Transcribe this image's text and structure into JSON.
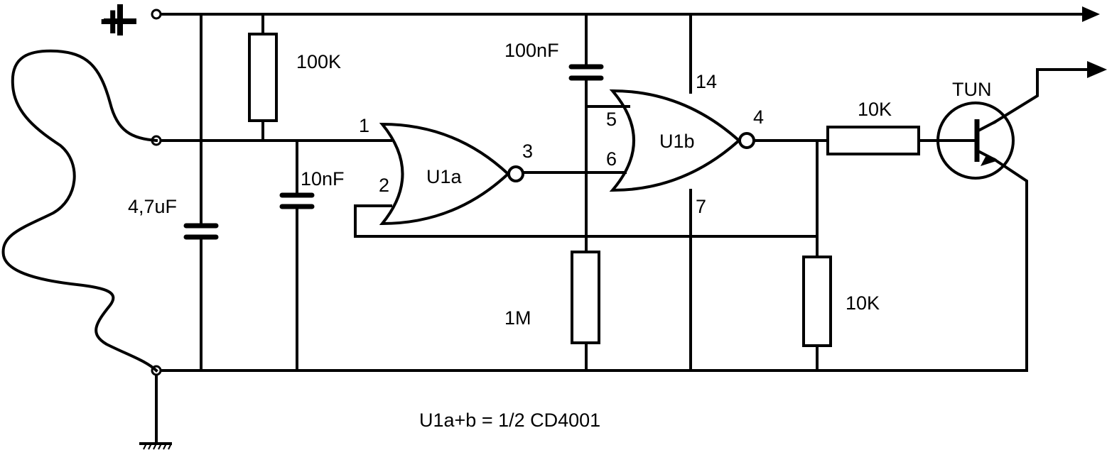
{
  "supply": {
    "plus_label": "+"
  },
  "components": {
    "r1": {
      "label": "100K"
    },
    "c1": {
      "label": "4,7uF"
    },
    "c2": {
      "label": "10nF"
    },
    "c3": {
      "label": "100nF"
    },
    "r2": {
      "label": "1M"
    },
    "r3": {
      "label": "10K"
    },
    "r4": {
      "label": "10K"
    },
    "q1": {
      "label": "TUN"
    }
  },
  "gates": {
    "u1a": {
      "label": "U1a",
      "pins": {
        "in1": "1",
        "in2": "2",
        "out": "3"
      }
    },
    "u1b": {
      "label": "U1b",
      "pins": {
        "in1": "5",
        "in2": "6",
        "out": "4",
        "vdd": "14",
        "vss": "7"
      }
    }
  },
  "caption": "U1a+b = 1/2 CD4001"
}
